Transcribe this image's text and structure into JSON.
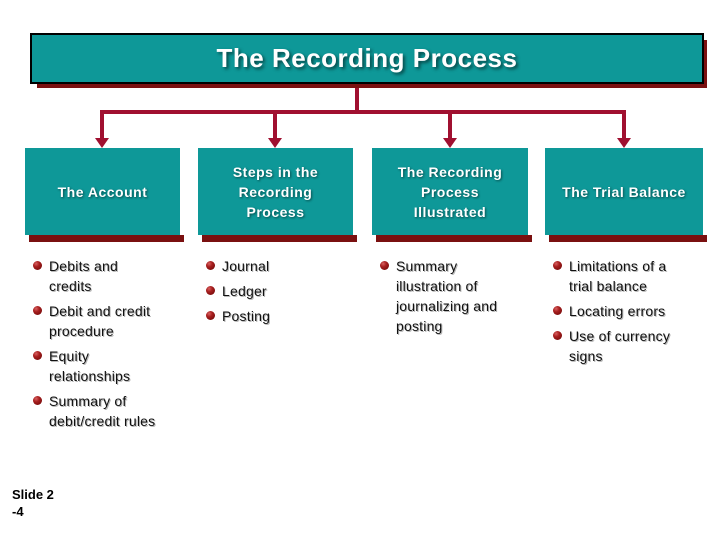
{
  "title": "The Recording Process",
  "colors": {
    "teal": "#0E9898",
    "crimson": "#A01030",
    "maroon": "#7A1010",
    "ink": "#000000"
  },
  "columns": [
    {
      "header": "The Account",
      "items": [
        "Debits and\ncredits",
        "Debit and credit\nprocedure",
        "Equity\nrelationships",
        "Summary of\ndebit/credit rules"
      ]
    },
    {
      "header": "Steps in the\nRecording\nProcess",
      "items": [
        "Journal",
        "Ledger",
        "Posting"
      ]
    },
    {
      "header": "The Recording\nProcess\nIllustrated",
      "items": [
        "Summary\nillustration of\njournalizing and\nposting"
      ]
    },
    {
      "header": "The Trial Balance",
      "items": [
        "Limitations of a\ntrial balance",
        "Locating errors",
        "Use of currency\nsigns"
      ]
    }
  ],
  "footer": "Slide 2\n-4"
}
